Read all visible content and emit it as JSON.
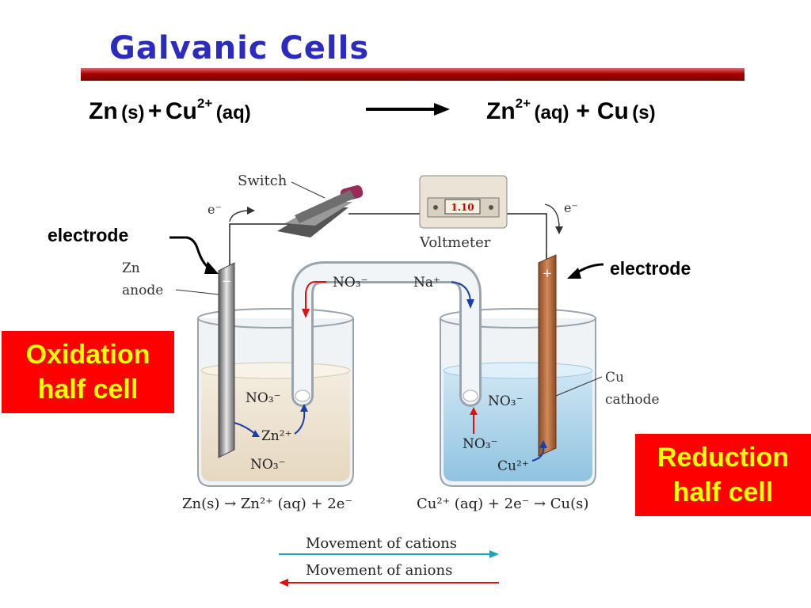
{
  "title": "Galvanic Cells",
  "equation": {
    "reactant1": "Zn",
    "reactant1_state": "(s)",
    "plus1": "+",
    "reactant2": "Cu",
    "reactant2_charge": "2+",
    "reactant2_state": "(aq)",
    "product1": "Zn",
    "product1_charge": "2+",
    "product1_state": "(aq)",
    "plus2": "+",
    "product2": "Cu",
    "product2_state": "(s)"
  },
  "callouts": {
    "left_electrode": "electrode",
    "right_electrode": "electrode",
    "oxidation_line1": "Oxidation",
    "oxidation_line2": "half cell",
    "reduction_line1": "Reduction",
    "reduction_line2": "half cell"
  },
  "diagram": {
    "switch": "Switch",
    "voltmeter": "Voltmeter",
    "voltmeter_reading": "1.10",
    "electron_left": "e⁻",
    "electron_right": "e⁻",
    "zn_label1": "Zn",
    "zn_label2": "anode",
    "cu_label1": "Cu",
    "cu_label2": "cathode",
    "anode_sign": "−",
    "cathode_sign": "+",
    "bridge_anion": "NO₃⁻",
    "bridge_cation": "Na⁺",
    "left_no3_upper": "NO₃⁻",
    "left_zn2": "Zn²⁺",
    "left_no3_lower": "NO₃⁻",
    "right_no3_upper": "NO₃⁻",
    "right_no3_lower": "NO₃⁻",
    "right_cu2": "Cu²⁺",
    "half_eq_left": "Zn(s) → Zn²⁺ (aq) + 2e⁻",
    "half_eq_right": "Cu²⁺ (aq) + 2e⁻ → Cu(s)",
    "legend_cations": "Movement of cations",
    "legend_anions": "Movement of anions"
  },
  "colors": {
    "title": "#2b2bbf",
    "rule": "#a80000",
    "callout_box": "#ff0000",
    "callout_text": "#ffff00",
    "cation_arrow": "#1fa3b8",
    "anion_arrow": "#e01010",
    "copper": "#b86a3c",
    "zinc": "#8a8a8a"
  }
}
